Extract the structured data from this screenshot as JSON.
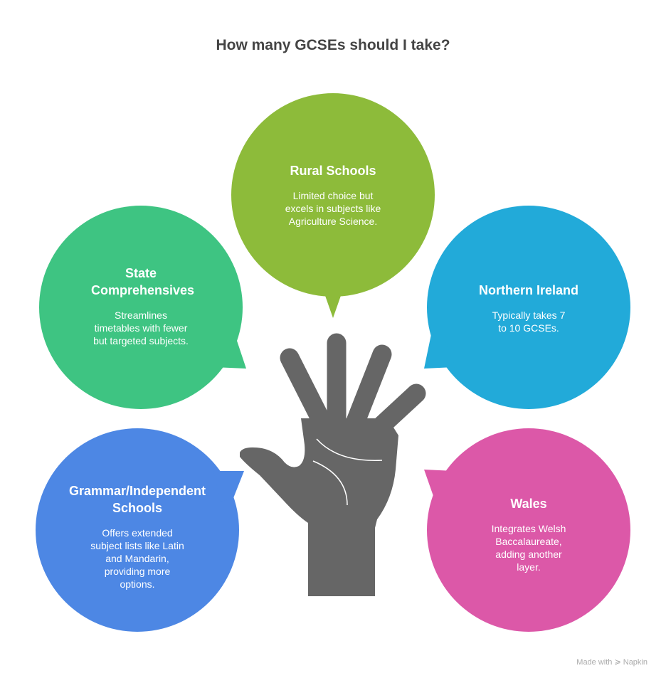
{
  "title": "How many GCSEs should I take?",
  "bubbles": [
    {
      "title": "Rural Schools",
      "text": "Limited choice but excels in subjects like Agriculture Science.",
      "color": "#8DBB3A"
    },
    {
      "title": "State Comprehensives",
      "text": "Streamlines timetables with fewer but targeted subjects.",
      "color": "#3EC482"
    },
    {
      "title": "Northern Ireland",
      "text": "Typically takes 7 to 10 GCSEs.",
      "color": "#22AAD9"
    },
    {
      "title": "Grammar/Independent Schools",
      "text": "Offers extended subject lists like Latin and Mandarin, providing more options.",
      "color": "#4D87E4"
    },
    {
      "title": "Wales",
      "text": "Integrates Welsh Baccalaureate, adding another layer.",
      "color": "#DC58A8"
    }
  ],
  "credit": "Made with ≽ Napkin"
}
